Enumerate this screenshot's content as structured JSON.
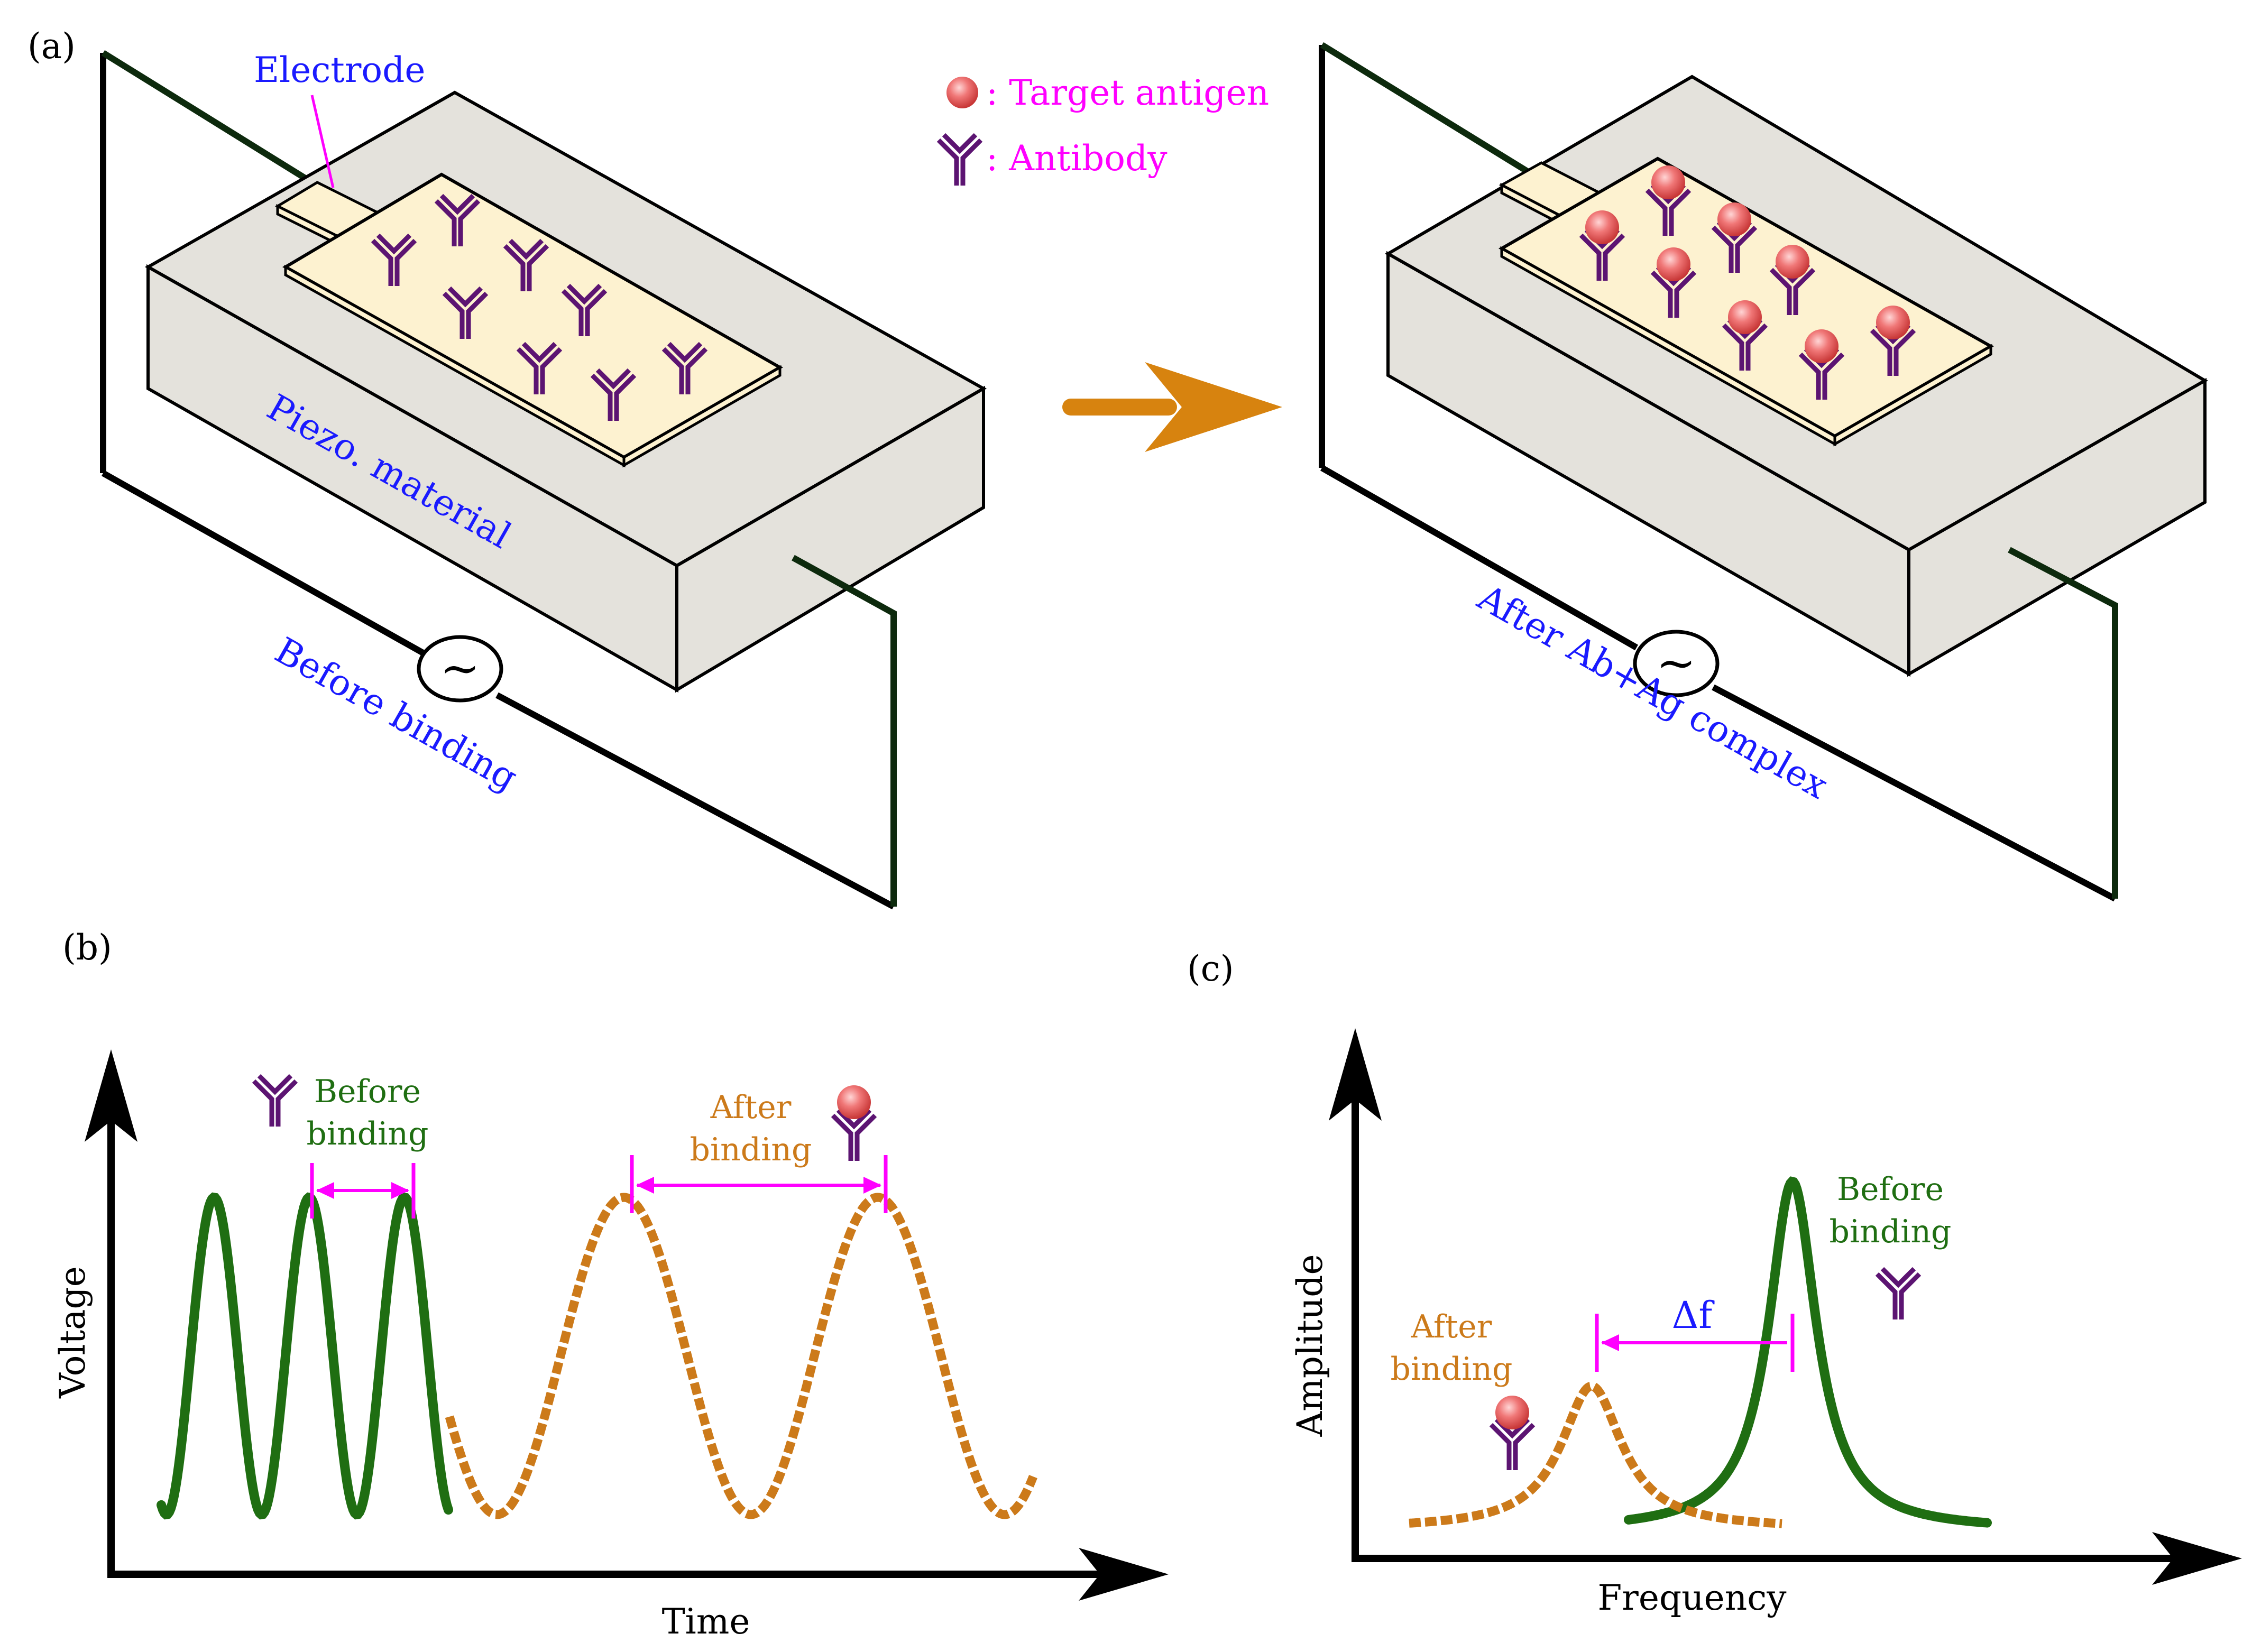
{
  "panel_labels": {
    "a": "(a)",
    "b": "(b)",
    "c": "(c)"
  },
  "panel_a": {
    "electrode_label": "Electrode",
    "material_label": "Piezo. material",
    "before_caption": "Before binding",
    "after_caption": "After Ab+Ag complex",
    "legend": {
      "antigen_label": ": Target antigen",
      "antibody_label": ": Antibody"
    },
    "ac_source_symbol": "~"
  },
  "panel_b": {
    "x_label": "Time",
    "y_label": "Voltage",
    "before_line1": "Before",
    "before_line2": "binding",
    "after_line1": "After",
    "after_line2": "binding"
  },
  "panel_c": {
    "x_label": "Frequency",
    "y_label": "Amplitude",
    "before_line1": "Before",
    "before_line2": "binding",
    "after_line1": "After",
    "after_line2": "binding",
    "delta_label": "Δf"
  },
  "colors": {
    "before_curve": "#1f6e12",
    "after_curve": "#cc7a1a",
    "antibody": "#5c1472",
    "antigen": "#e35a5a",
    "annotation": "#ff00ff",
    "caption": "#1a1aff",
    "arrow": "#d7830f"
  }
}
